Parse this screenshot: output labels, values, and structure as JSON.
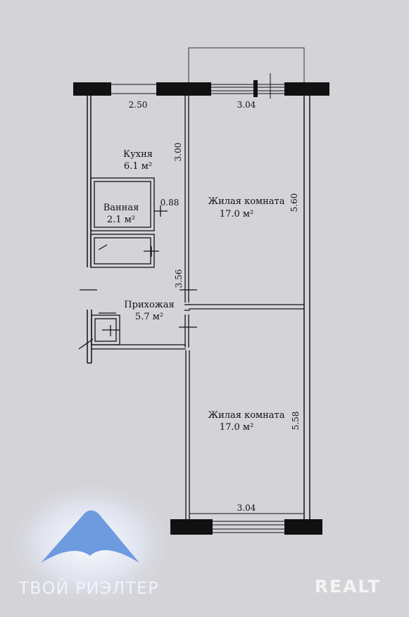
{
  "rooms": {
    "kitchen": {
      "name": "Кухня",
      "area": "6.1 м²"
    },
    "bath": {
      "name": "Ванная",
      "area": "2.1 м²"
    },
    "hall": {
      "name": "Прихожая",
      "area": "5.7 м²"
    },
    "living1": {
      "name": "Жилая комната",
      "area": "17.0 м²"
    },
    "living2": {
      "name": "Жилая комната",
      "area": "17.0 м²"
    }
  },
  "dimensions": {
    "kitchen_width": "2.50",
    "kitchen_length": "3.00",
    "living1_width": "3.04",
    "living1_length": "5.60",
    "corridor_width": "0.88",
    "hall_length": "3.56",
    "living2_length": "5.58",
    "living2_width": "3.04"
  },
  "watermarks": {
    "left": "ТВОЙ РИЭЛТЕР",
    "right": "REALT"
  },
  "colors": {
    "background": "#d4d4d8",
    "wall": "#111111",
    "brand_logo": "#6e9ae0"
  }
}
